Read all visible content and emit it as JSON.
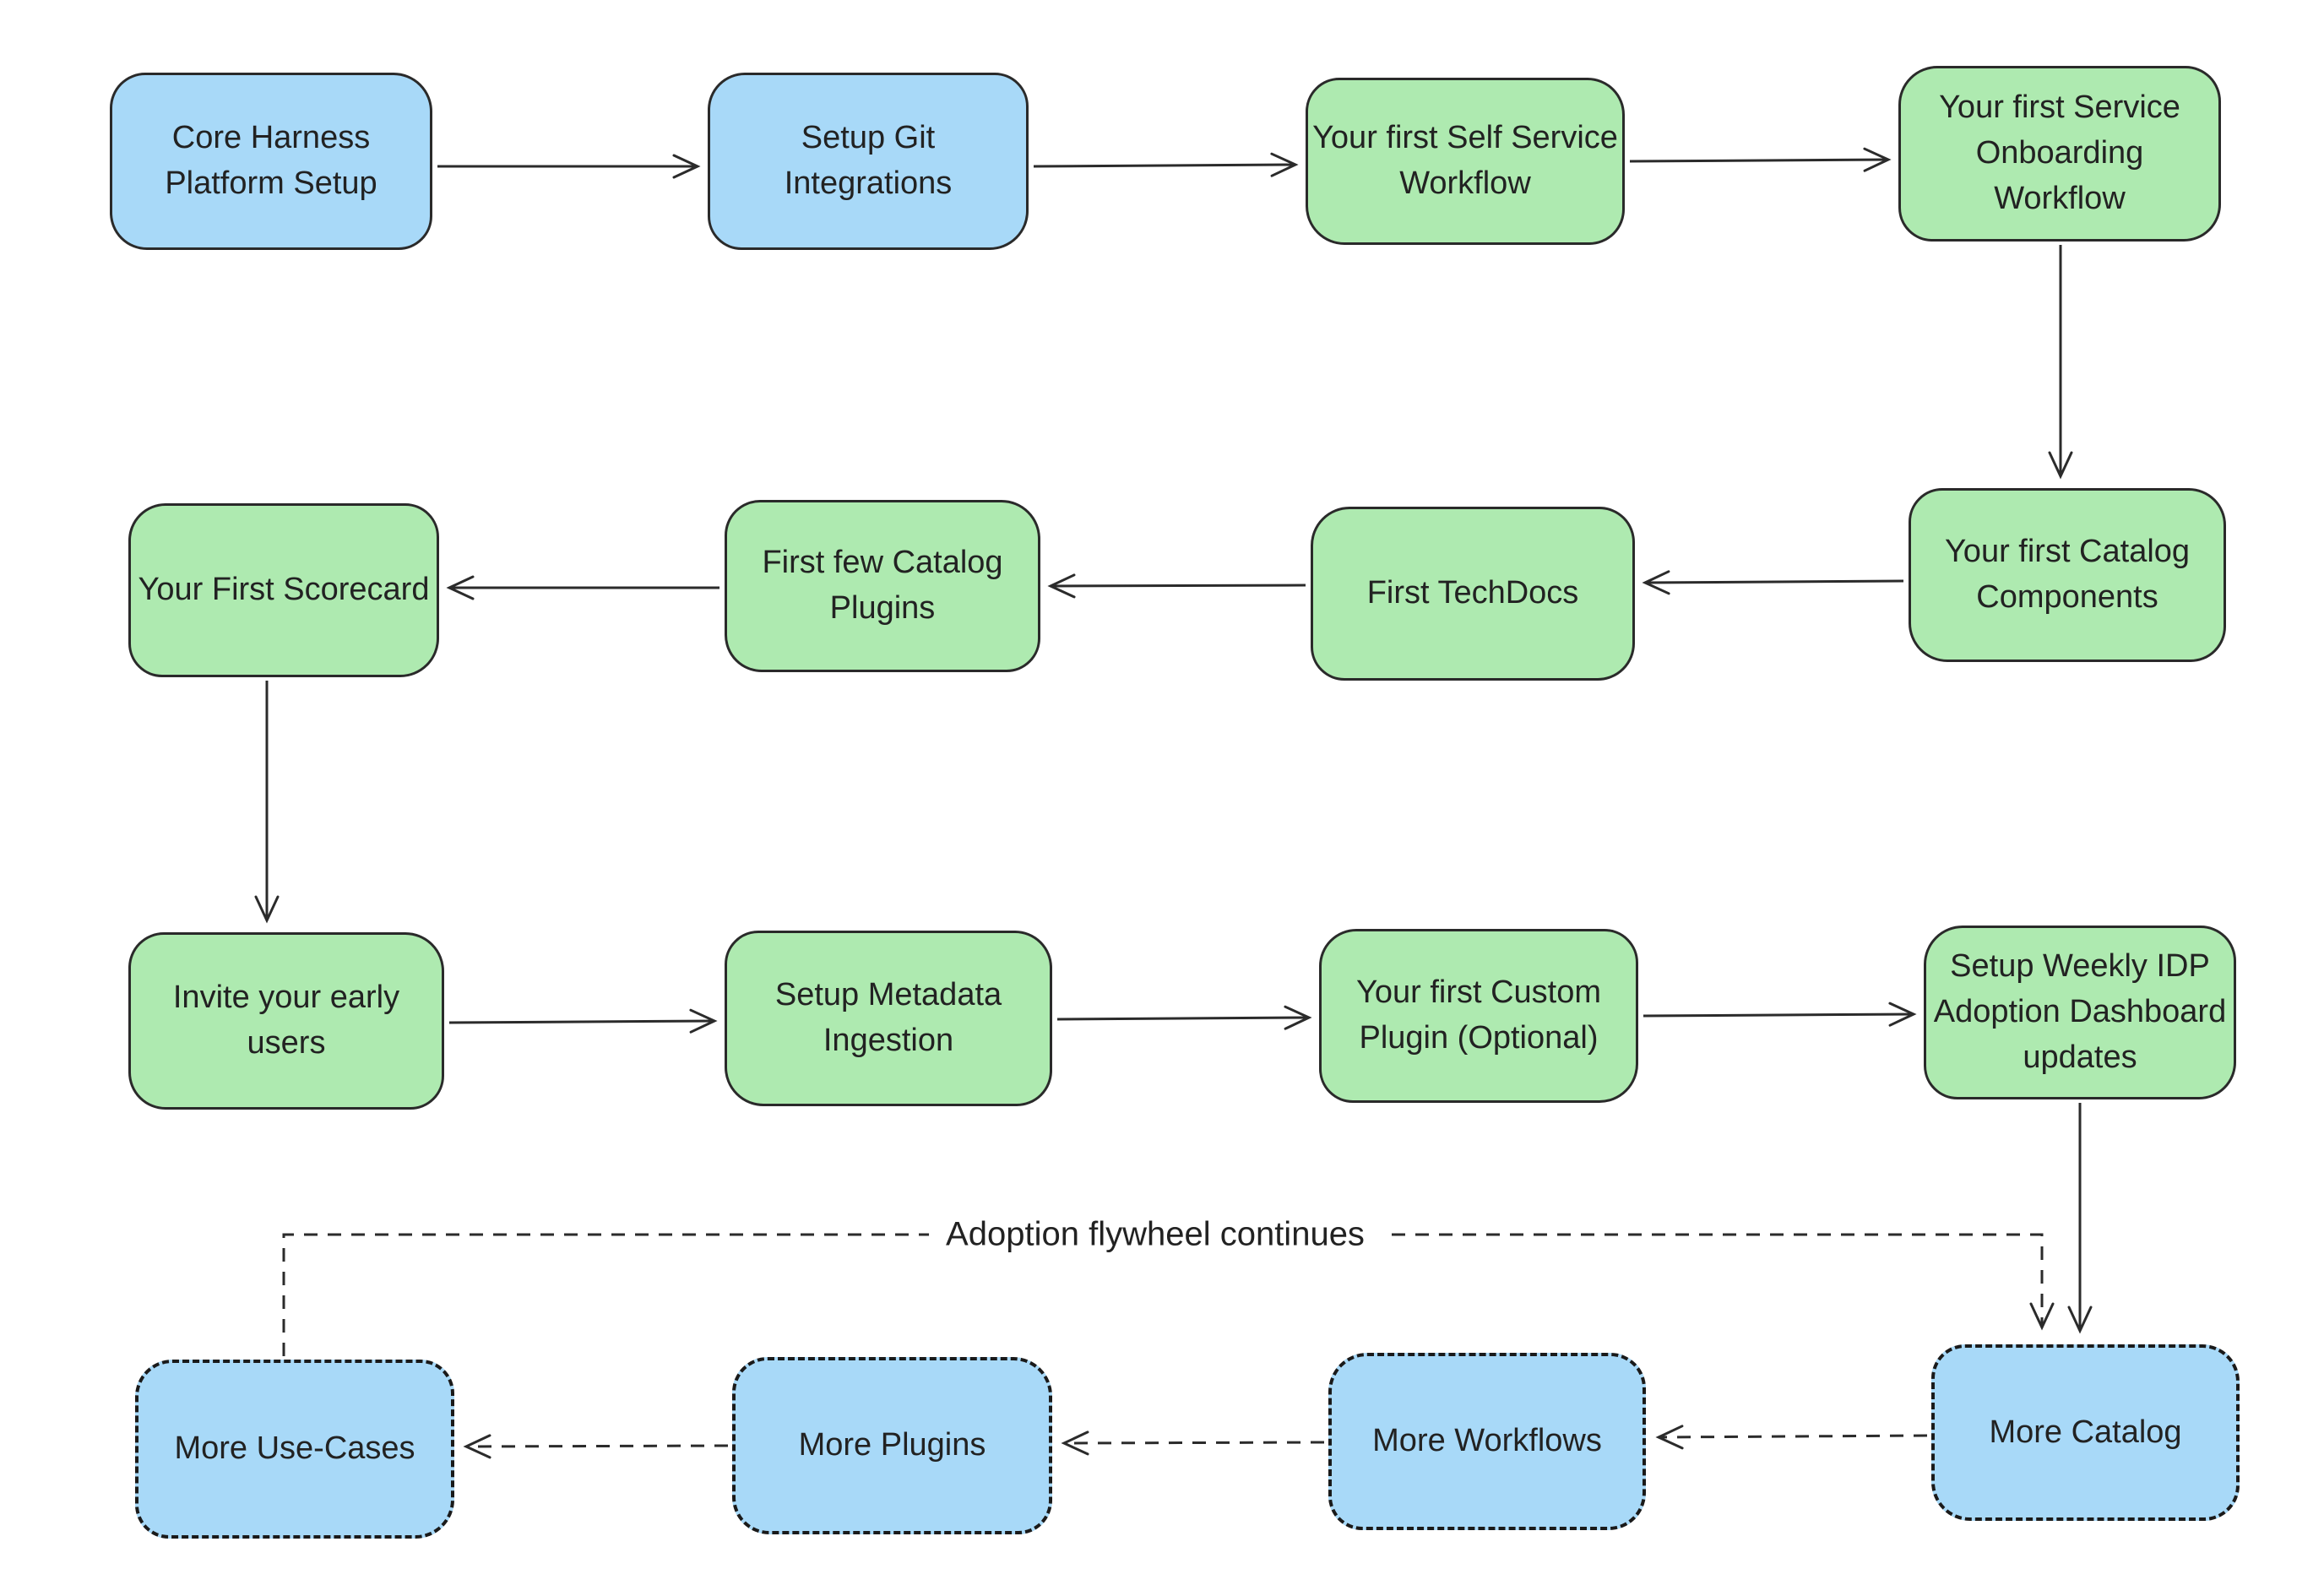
{
  "diagram_title": "",
  "flywheel_label": "Adoption flywheel continues",
  "colors": {
    "blue_fill": "#a8d9f8",
    "green_fill": "#aeeab0",
    "stroke": "#2b2b2b",
    "envelope_fill": "#2d8fdd"
  },
  "nodes": [
    {
      "id": "core-harness-platform-setup",
      "label": "Core Harness\nPlatform Setup",
      "color": "blue",
      "border": "solid"
    },
    {
      "id": "setup-git-integrations",
      "label": "Setup Git\nIntegrations",
      "color": "blue",
      "border": "solid"
    },
    {
      "id": "first-self-service-workflow",
      "label": "Your first Self Service\nWorkflow",
      "color": "green",
      "border": "solid"
    },
    {
      "id": "first-service-onboarding-workflow",
      "label": "Your first Service\nOnboarding\nWorkflow",
      "color": "green",
      "border": "solid"
    },
    {
      "id": "first-scorecard",
      "label": "Your First Scorecard",
      "color": "green",
      "border": "solid"
    },
    {
      "id": "first-few-catalog-plugins",
      "label": "First few Catalog\nPlugins",
      "color": "green",
      "border": "solid"
    },
    {
      "id": "first-techdocs",
      "label": "First TechDocs",
      "color": "green",
      "border": "solid"
    },
    {
      "id": "first-catalog-components",
      "label": "Your first Catalog\nComponents",
      "color": "green",
      "border": "solid"
    },
    {
      "id": "invite-early-users",
      "label": "Invite your early\nusers",
      "color": "green",
      "border": "solid",
      "icon": "envelope"
    },
    {
      "id": "setup-metadata-ingestion",
      "label": "Setup Metadata\nIngestion",
      "color": "green",
      "border": "solid"
    },
    {
      "id": "first-custom-plugin",
      "label": "Your first Custom\nPlugin (Optional)",
      "color": "green",
      "border": "solid"
    },
    {
      "id": "weekly-idp-adoption-dashboard",
      "label": "Setup Weekly IDP\nAdoption Dashboard\nupdates",
      "color": "green",
      "border": "solid"
    },
    {
      "id": "more-use-cases",
      "label": "More Use-Cases",
      "color": "blue",
      "border": "dashed"
    },
    {
      "id": "more-plugins",
      "label": "More Plugins",
      "color": "blue",
      "border": "dashed"
    },
    {
      "id": "more-workflows",
      "label": "More Workflows",
      "color": "blue",
      "border": "dashed"
    },
    {
      "id": "more-catalog",
      "label": "More Catalog",
      "color": "blue",
      "border": "dashed"
    }
  ]
}
